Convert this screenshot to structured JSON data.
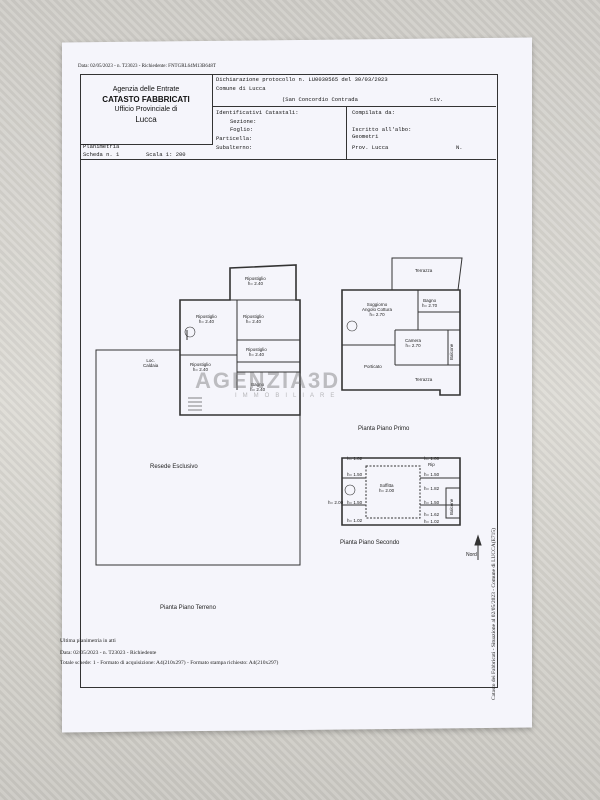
{
  "header_top": "Data: 02/05/2023 - n. T23023 - Richiedente: FNTGRL64M13B648T",
  "agency": {
    "line1": "Agenzia delle Entrate",
    "line2": "CATASTO FABBRICATI",
    "line3": "Ufficio Provinciale di",
    "line4": "Lucca"
  },
  "declaration": {
    "protocol": "Dichiarazione protocollo n. LU0030565 del  30/03/2023",
    "comune": "Comune di Lucca",
    "address": "(San Concordio Contrada",
    "civ": "civ.",
    "ident_title": "Identificativi Catastali:",
    "sezione": "Sezione:",
    "foglio": "Foglio:",
    "particella": "Particella:",
    "subalterno": "Subalterno:",
    "compilata": "Compilata da:",
    "iscritto": "Iscritto all'albo:",
    "geometri": "Geometri",
    "prov": "Prov. Lucca",
    "n": "N."
  },
  "planimetria": {
    "title": "Planimetria",
    "scheda": "Scheda n. 1",
    "scala": "Scala 1: 200"
  },
  "rooms": {
    "rip1": "Ripostiglio",
    "h240": "h= 2.40",
    "loc_caldaia": "Loc.\nCaldaia",
    "bagno": "Bagno",
    "soggiorno": "Soggiorno\nAngolo Cottura\nh= 2.70",
    "bagno2": "Bagno\nh= 2.70",
    "camera": "Camera\nh= 2.70",
    "terrazza": "Terrazza",
    "portico": "Porticato",
    "balcone": "Balcone",
    "soffitta": "Soffitta\nh= 2.00",
    "rip_sm": "Rip",
    "h102": "h= 1.02",
    "h100": "h= 1.00",
    "h150": "h= 1.50",
    "h200": "h= 2.00",
    "h182": "h= 1.82",
    "h162": "h= 1.62"
  },
  "labels": {
    "resede": "Resede     Esclusivo",
    "piano_primo": "Pianta Piano Primo",
    "piano_secondo": "Pianta Piano Secondo",
    "piano_terreno": "Pianta Piano Terreno",
    "nord": "Nord"
  },
  "watermark": {
    "main": "AGENZIA3D",
    "sub": "IMMOBILIARE"
  },
  "footer": {
    "ultima": "Ultima planimetria in atti",
    "data": "Data: 02/05/2023 - n. T23023 - Richiedente",
    "schede": "Totale schede: 1 - Formato di acquisizione: A4(210x297) - Formato stampa richiesto: A4(210x297)"
  },
  "side": "Catasto dei Fabbricati - Situazione al 02/05/2023 - Comune di LUCCA(E715)"
}
